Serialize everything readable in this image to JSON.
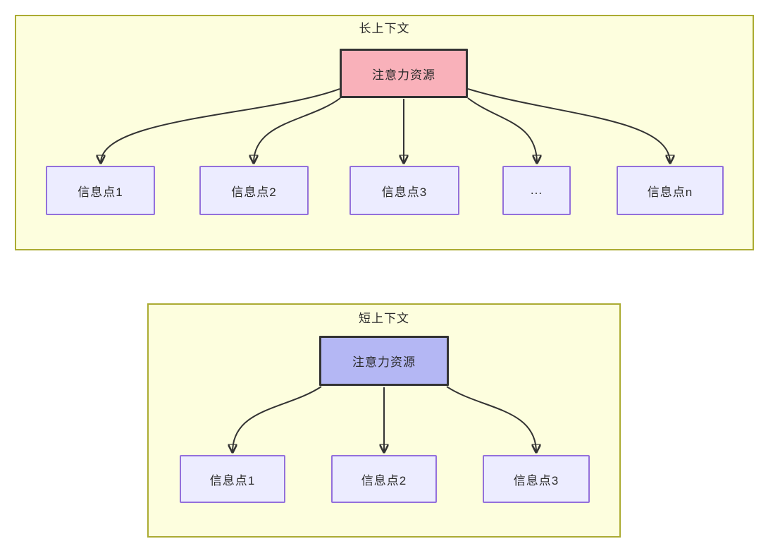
{
  "diagram": {
    "long_context": {
      "title": "长上下文",
      "attention_label": "注意力资源",
      "info_points": [
        "信息点1",
        "信息点2",
        "信息点3",
        "...",
        "信息点n"
      ]
    },
    "short_context": {
      "title": "短上下文",
      "attention_label": "注意力资源",
      "info_points": [
        "信息点1",
        "信息点2",
        "信息点3"
      ]
    },
    "colors": {
      "container_fill": "#fdfede",
      "container_border": "#abab32",
      "attention_long_fill": "#f9b1ba",
      "attention_short_fill": "#b4b7f4",
      "info_fill": "#ececff",
      "info_border": "#9370db",
      "arrow": "#333333",
      "text": "#2a2a2a"
    }
  }
}
